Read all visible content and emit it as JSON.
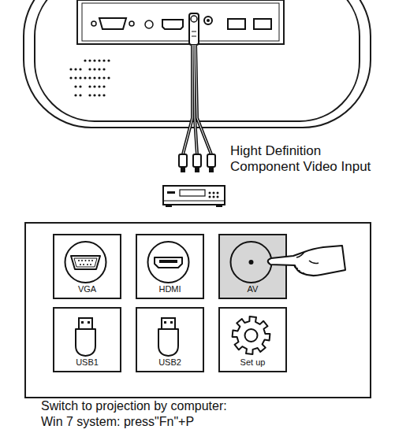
{
  "diagram": {
    "nodes": [
      {
        "text": [
          "VGA"
        ]
      },
      {
        "text": [
          "HDMI"
        ]
      },
      {
        "text": [
          "AV"
        ]
      },
      {
        "text": [
          "USB1"
        ]
      },
      {
        "text": [
          "USB2"
        ]
      },
      {
        "text": [
          "Set up"
        ]
      }
    ],
    "labels": [
      "Hight Definition Component Video Input",
      "Switch to projection by computer:",
      "Win 7 system: press\"Fn\"+P"
    ]
  }
}
